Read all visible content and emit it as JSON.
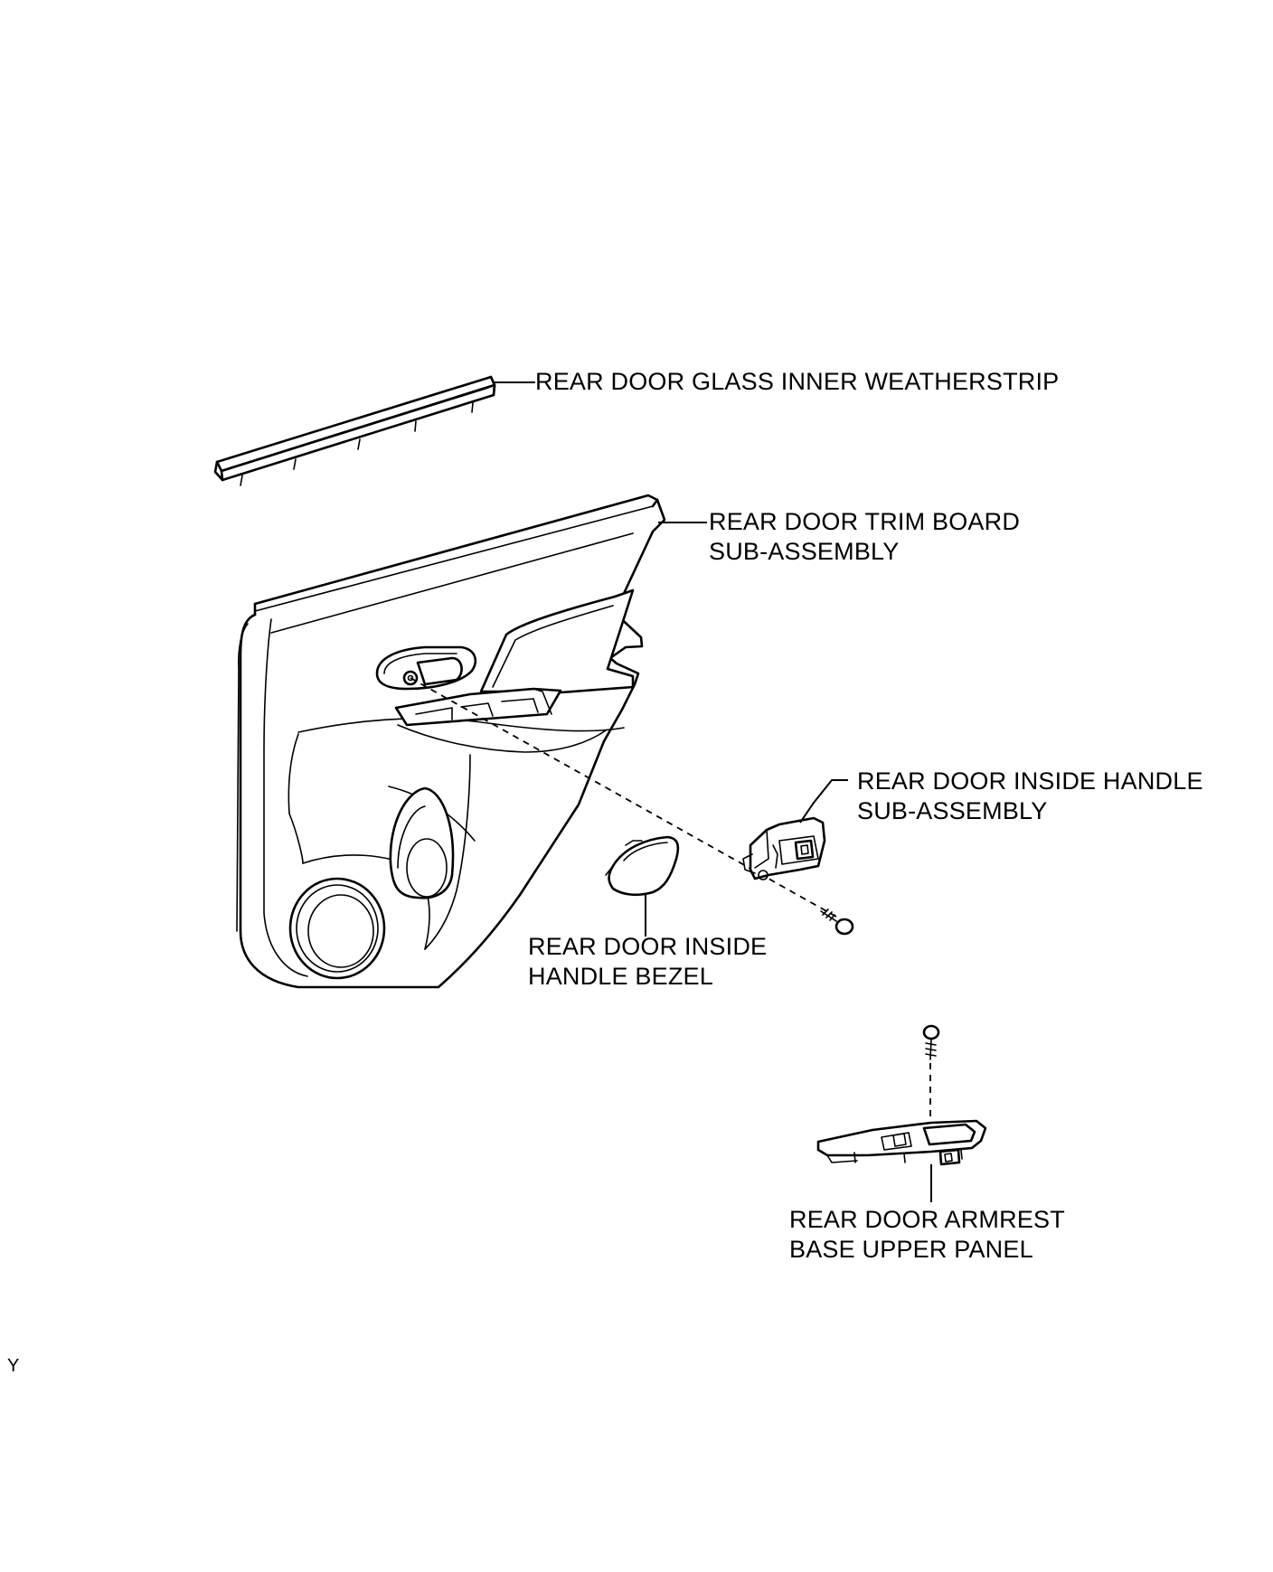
{
  "diagram": {
    "parts": [
      {
        "id": "weatherstrip",
        "label_lines": [
          "REAR DOOR GLASS INNER WEATHERSTRIP"
        ]
      },
      {
        "id": "trim_board",
        "label_lines": [
          "REAR DOOR TRIM BOARD",
          "SUB-ASSEMBLY"
        ]
      },
      {
        "id": "inside_handle",
        "label_lines": [
          "REAR DOOR INSIDE HANDLE",
          "SUB-ASSEMBLY"
        ]
      },
      {
        "id": "handle_bezel",
        "label_lines": [
          "REAR DOOR INSIDE",
          "HANDLE BEZEL"
        ]
      },
      {
        "id": "armrest_panel",
        "label_lines": [
          "REAR DOOR ARMREST",
          "BASE UPPER PANEL"
        ]
      }
    ],
    "reference_mark": "Y"
  }
}
